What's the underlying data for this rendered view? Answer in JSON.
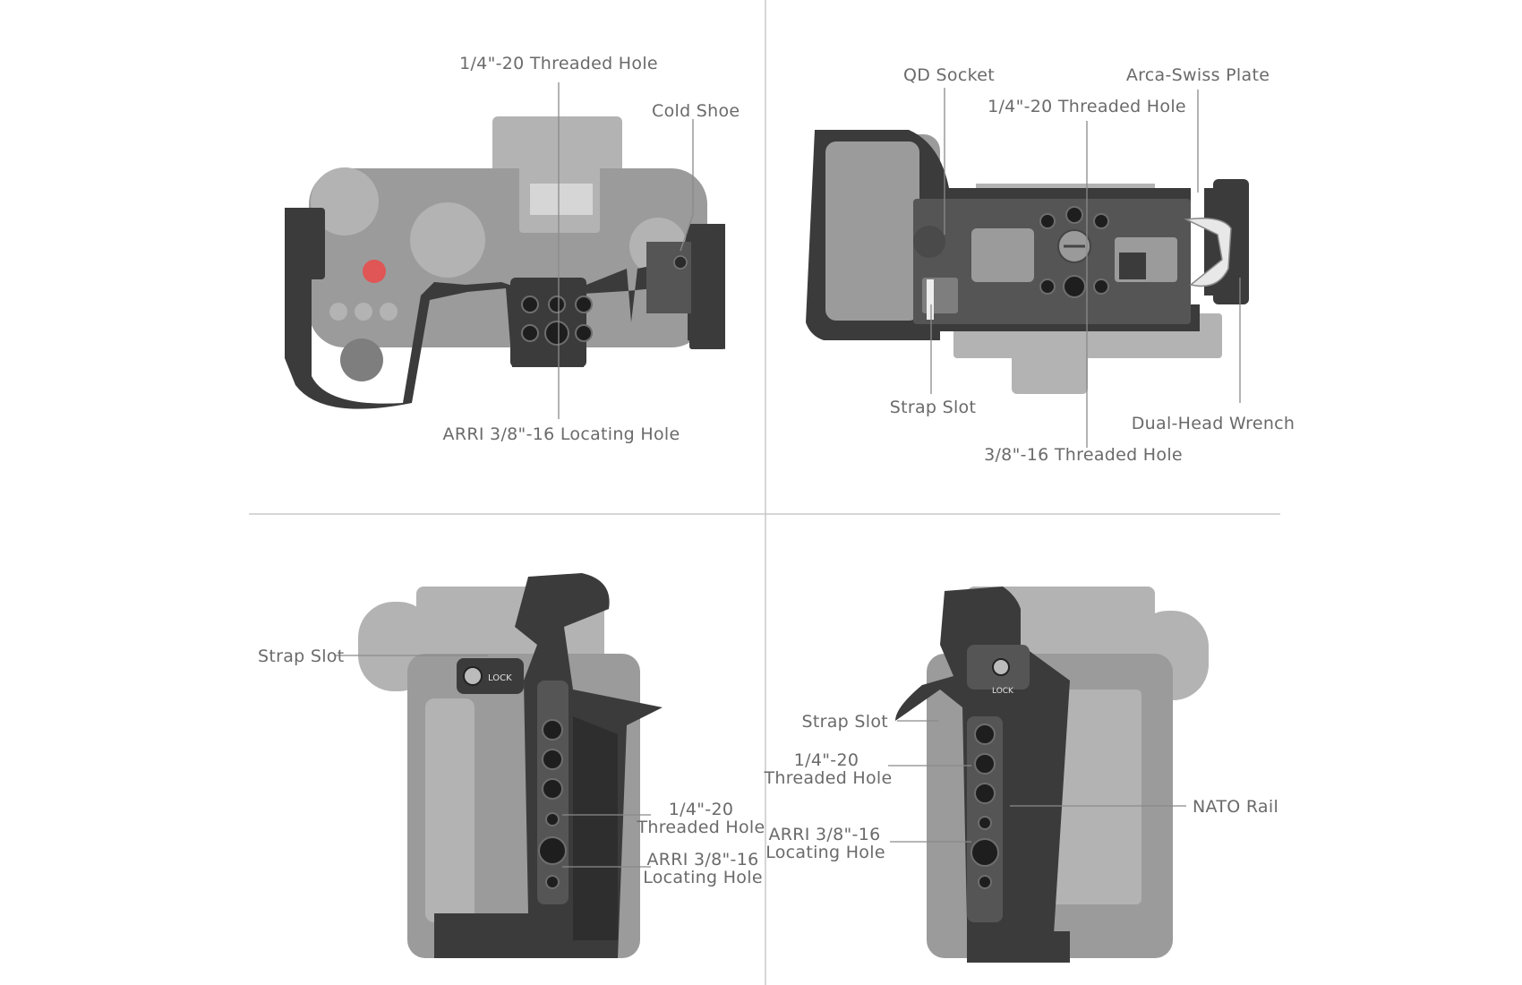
{
  "panels": {
    "top_view": {
      "labels": {
        "threaded_hole": "1/4\"-20 Threaded Hole",
        "cold_shoe": "Cold Shoe",
        "arri_hole": "ARRI 3/8\"-16 Locating Hole"
      }
    },
    "bottom_view": {
      "labels": {
        "qd_socket": "QD Socket",
        "arca_plate": "Arca-Swiss Plate",
        "threaded_hole": "1/4\"-20 Threaded Hole",
        "strap_slot": "Strap Slot",
        "dual_wrench": "Dual-Head Wrench",
        "threaded_hole_38": "3/8\"-16 Threaded Hole"
      }
    },
    "left_view": {
      "labels": {
        "strap_slot": "Strap Slot",
        "threaded_hole_l1": "1/4\"-20",
        "threaded_hole_l2": "Threaded Hole",
        "arri_hole_l1": "ARRI 3/8\"-16",
        "arri_hole_l2": "Locating Hole",
        "lock_text": "LOCK"
      }
    },
    "right_view": {
      "labels": {
        "strap_slot": "Strap Slot",
        "threaded_hole_l1": "1/4\"-20",
        "threaded_hole_l2": "Threaded Hole",
        "arri_hole_l1": "ARRI 3/8\"-16",
        "arri_hole_l2": "Locating Hole",
        "nato_rail": "NATO Rail",
        "lock_text": "LOCK"
      }
    }
  },
  "colors": {
    "camera_body": "#9b9b9b",
    "cage": "#3b3b3b",
    "label_text": "#6a6a6a",
    "leader_line": "#8a8a8a",
    "divider": "#c8c8c8",
    "record_button": "#e05555"
  }
}
